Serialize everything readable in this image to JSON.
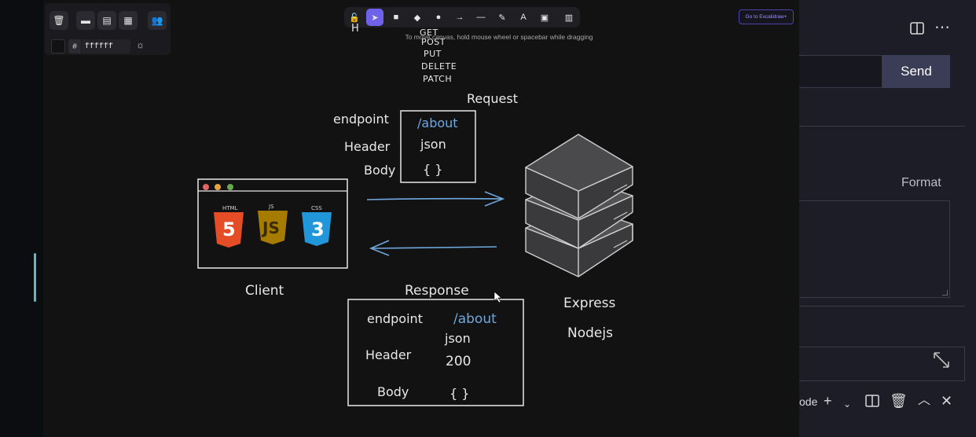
{
  "canvas_ui": {
    "hex_value": "ffffff",
    "hash_label": "#",
    "hint": "To move canvas, hold mouse wheel or spacebar while dragging",
    "goto_label": "Go to Excalidraw+"
  },
  "drawing": {
    "methods": [
      "GET",
      "POST",
      "PUT",
      "DELETE",
      "PATCH"
    ],
    "request_title": "Request",
    "request_rows": [
      "endpoint",
      "Header",
      "Body"
    ],
    "request_values": [
      "/about",
      "json",
      "{ }"
    ],
    "browser_labels": [
      "HTML",
      "JS",
      "CSS"
    ],
    "client_label": "Client",
    "response_title": "Response",
    "response_rows": [
      "endpoint",
      "Header",
      "Body"
    ],
    "response_values": [
      "/about",
      "json",
      "200",
      "{ }"
    ],
    "server_labels": [
      "Express",
      "Nodejs"
    ]
  },
  "right_panel": {
    "send_label": "Send",
    "format_label": "Format",
    "mode_fragment": "ode"
  },
  "colors": {
    "accent": "#6e63e8",
    "arrow_blue": "#6fa8dc",
    "html_orange": "#e44d26",
    "js_gold": "#a67c00",
    "css_blue": "#2196d8",
    "dot_red": "#e06666",
    "dot_yellow": "#e6a23c",
    "dot_green": "#6aa84f"
  }
}
